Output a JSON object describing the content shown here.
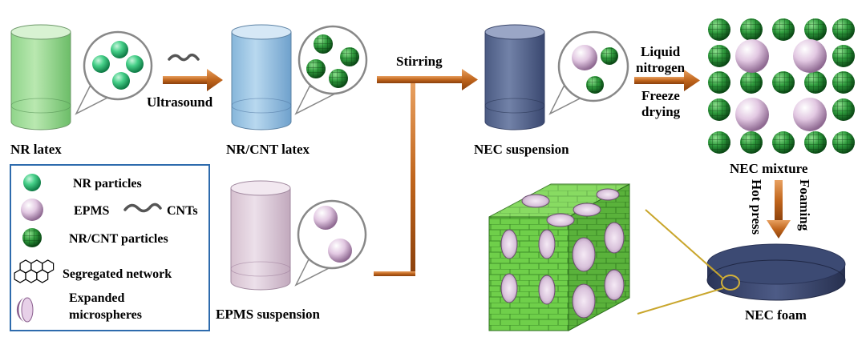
{
  "labels": {
    "nr_latex": "NR latex",
    "ultrasound": "Ultrasound",
    "nrcnt_latex": "NR/CNT latex",
    "stirring": "Stirring",
    "nec_suspension": "NEC suspension",
    "liquid_line1": "Liquid",
    "liquid_line2": "nitrogen",
    "freeze_line1": "Freeze",
    "freeze_line2": "drying",
    "nec_mixture": "NEC mixture",
    "hot_press": "Hot press",
    "foaming": "Foaming",
    "epms_suspension": "EPMS suspension",
    "nec_foam": "NEC foam"
  },
  "legend": {
    "nr_particles": "NR particles",
    "epms": "EPMS",
    "cnts": "CNTs",
    "nrcnt_particles": "NR/CNT particles",
    "segregated_network": "Segregated network",
    "expanded_line1": "Expanded",
    "expanded_line2": "microspheres"
  },
  "colors": {
    "arrow": "#c0651c",
    "legend_border": "#2e6bad",
    "nr_green": "#3fcf86",
    "cnt_green": "#2e9a3c",
    "epms_pink": "#e4cde3",
    "foam_disk": "#3c4a73"
  }
}
